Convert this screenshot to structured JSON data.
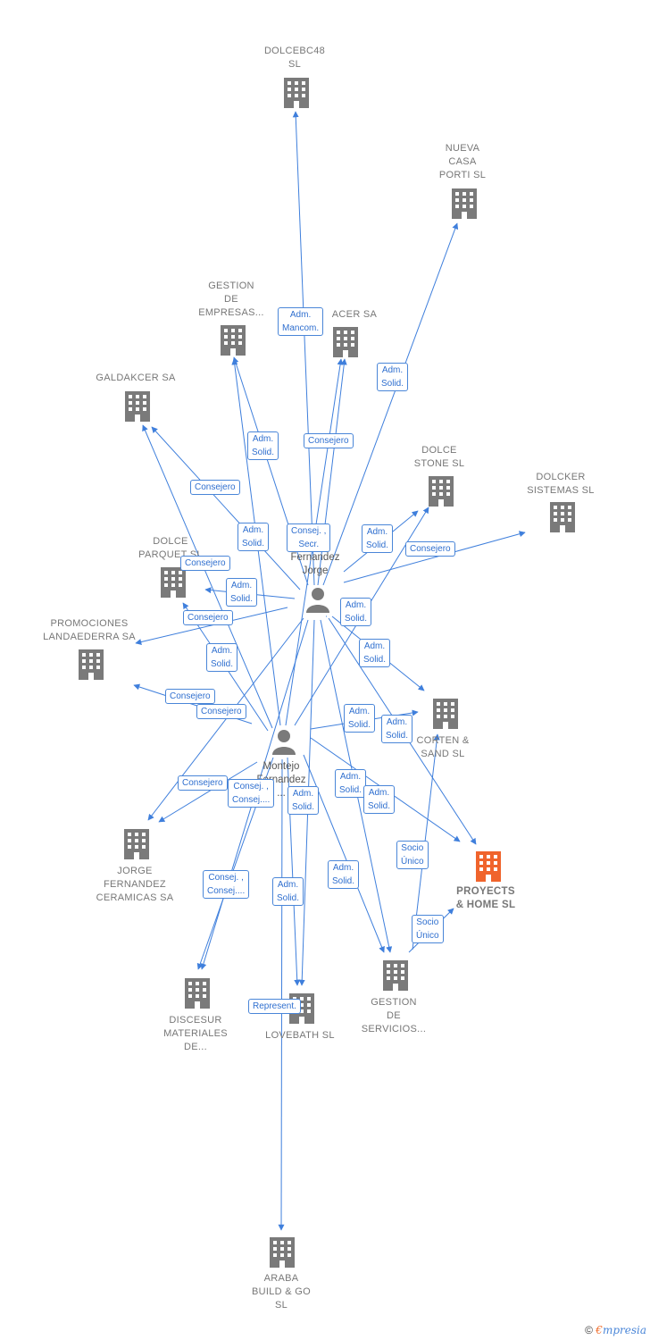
{
  "colors": {
    "edge": "#3f7fdc",
    "building": "#7a7a7a",
    "focus": "#f0642c",
    "person": "#7a7a7a"
  },
  "companies": {
    "dolcebc48": {
      "lines": [
        "DOLCEBC48",
        "SL"
      ]
    },
    "nueva": {
      "lines": [
        "NUEVA",
        "CASA",
        "PORTI  SL"
      ]
    },
    "gestion_empresas": {
      "lines": [
        "GESTION",
        "DE",
        "EMPRESAS..."
      ]
    },
    "acer": {
      "lines": [
        "ACER SA"
      ]
    },
    "galdakcer": {
      "lines": [
        "GALDAKCER SA"
      ]
    },
    "dolce_stone": {
      "lines": [
        "DOLCE",
        "STONE SL"
      ]
    },
    "dolcker": {
      "lines": [
        "DOLCKER",
        "SISTEMAS  SL"
      ]
    },
    "dolce_parquet": {
      "lines": [
        "DOLCE",
        "PARQUET SL"
      ]
    },
    "promociones": {
      "lines": [
        "PROMOCIONES",
        "LANDAEDERRA SA"
      ]
    },
    "corten": {
      "lines": [
        "CORTEN &",
        "SAND  SL"
      ]
    },
    "proyects": {
      "lines": [
        "PROYECTS",
        "& HOME  SL"
      ]
    },
    "jorge_ceramicas": {
      "lines": [
        "JORGE",
        "FERNANDEZ",
        "CERAMICAS SA"
      ]
    },
    "discesur": {
      "lines": [
        "DISCESUR",
        "MATERIALES",
        "DE..."
      ]
    },
    "lovebath": {
      "lines": [
        "LOVEBATH  SL"
      ]
    },
    "gestion_servicios": {
      "lines": [
        "GESTION",
        "DE",
        "SERVICIOS..."
      ]
    },
    "araba": {
      "lines": [
        "ARABA",
        "BUILD & GO",
        "SL"
      ]
    }
  },
  "persons": {
    "p1": {
      "lines": [
        "Fernandez",
        "Jorge"
      ]
    },
    "p2": {
      "lines": [
        "Montejo",
        "Fernandez",
        "..."
      ]
    }
  },
  "edge_labels": {
    "e1": [
      "Adm.",
      "Mancom."
    ],
    "e2": [
      "Adm.",
      "Solid."
    ],
    "e3": [
      "Adm.",
      "Solid."
    ],
    "e4": [
      "Consejero"
    ],
    "e5": [
      "Consejero"
    ],
    "e6": [
      "Adm.",
      "Solid."
    ],
    "e7": [
      "Consej. ,",
      "Secr."
    ],
    "e8": [
      "Adm.",
      "Solid."
    ],
    "e9": [
      "Consejero"
    ],
    "e10": [
      "Consejero"
    ],
    "e11": [
      "Adm.",
      "Solid."
    ],
    "e12": [
      "Consejero"
    ],
    "e13": [
      "Adm.",
      "Solid."
    ],
    "e14": [
      "Adm.",
      "Solid."
    ],
    "e15": [
      "Adm.",
      "Solid."
    ],
    "e16": [
      "Consejero"
    ],
    "e17": [
      "Consejero"
    ],
    "e18": [
      "Adm.",
      "Solid."
    ],
    "e19": [
      "Adm.",
      "Solid."
    ],
    "e20": [
      "Consejero"
    ],
    "e21": [
      "Consej. ,",
      "Consej...."
    ],
    "e22": [
      "Adm.",
      "Solid."
    ],
    "e23": [
      "Adm.",
      "Solid."
    ],
    "e24": [
      "Adm.",
      "Solid."
    ],
    "e25": [
      "Socio",
      "Único"
    ],
    "e26": [
      "Adm.",
      "Solid."
    ],
    "e27": [
      "Consej. ,",
      "Consej...."
    ],
    "e28": [
      "Adm.",
      "Solid."
    ],
    "e29": [
      "Socio",
      "Único"
    ],
    "e30": [
      "Represent."
    ]
  },
  "footer": {
    "copyright": "©",
    "brand_first": "€",
    "brand_rest": "mpresia"
  }
}
